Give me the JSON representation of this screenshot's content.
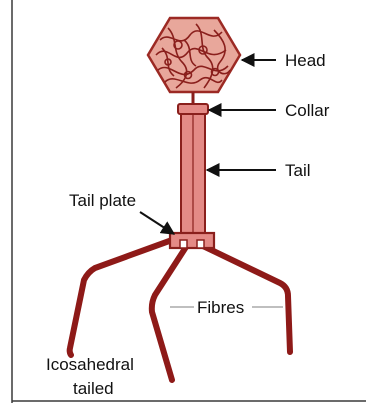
{
  "labels": {
    "head": "Head",
    "collar": "Collar",
    "tail": "Tail",
    "tail_plate": "Tail plate",
    "fibres": "Fibres",
    "caption_line1": "Icosahedral",
    "caption_line2": "tailed"
  },
  "colors": {
    "head_fill": "#e8a79b",
    "head_stroke": "#9c2a24",
    "dna": "#8a1f1c",
    "tail_fill": "#e48a86",
    "tail_stroke": "#8a1f1c",
    "fibre": "#8e1a18",
    "pointer": "#111111"
  }
}
